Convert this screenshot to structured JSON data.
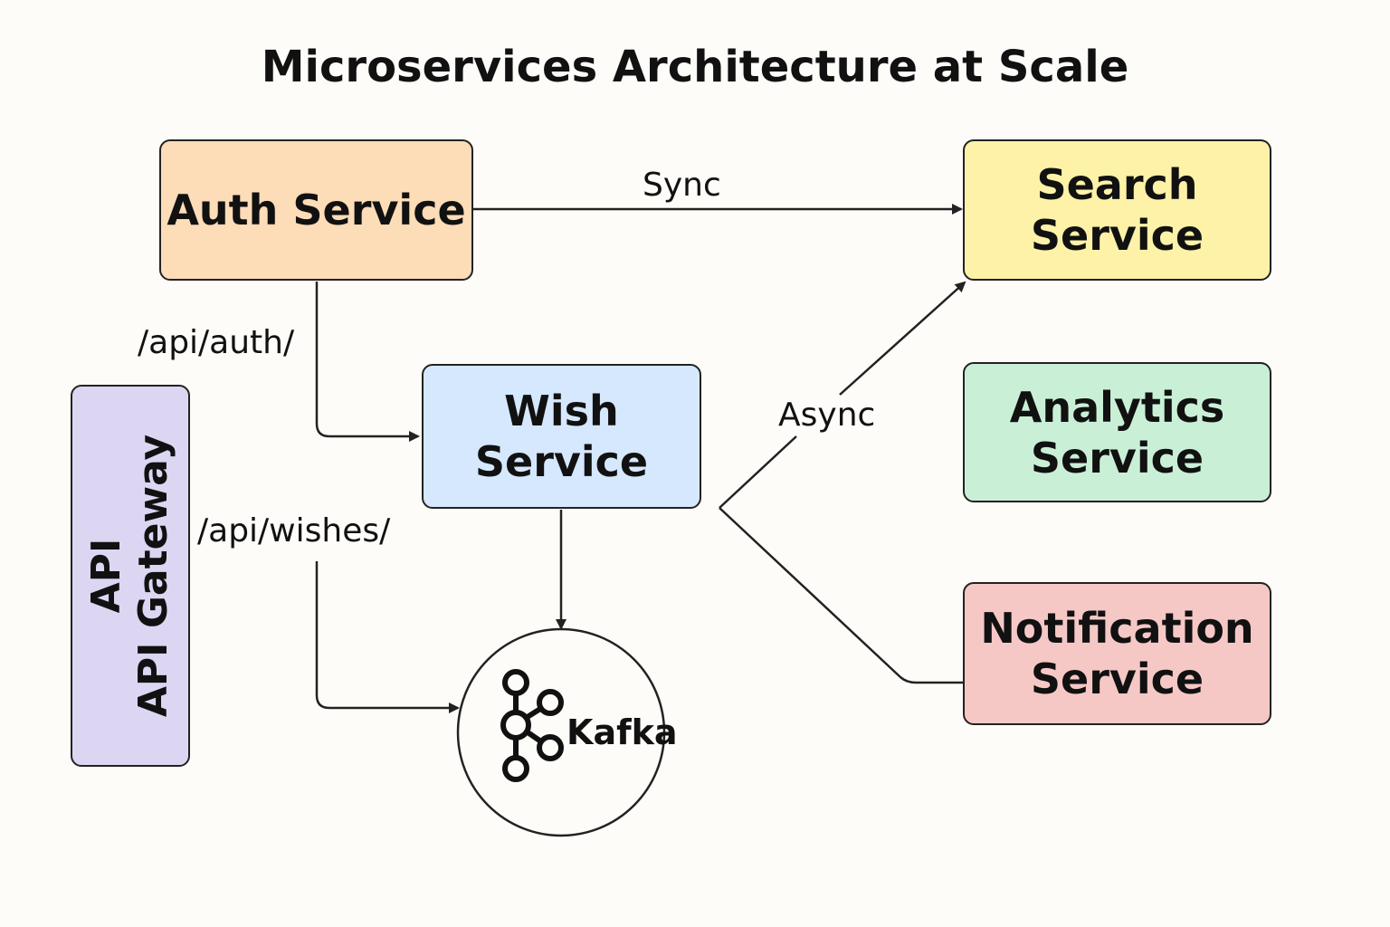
{
  "title": "Microservices Architecture at Scale",
  "nodes": {
    "auth": {
      "label": "Auth Service",
      "color": "#fddcb8"
    },
    "search": {
      "label": "Search\nService",
      "color": "#fdf2a7"
    },
    "wish": {
      "label": "Wish\nService",
      "color": "#d5e8fd"
    },
    "analytics": {
      "label": "Analytics\nService",
      "color": "#c9f0d7"
    },
    "notification": {
      "label": "Notification\nService",
      "color": "#f5c8c6"
    },
    "gateway": {
      "line1": "API",
      "line2": "API Gateway",
      "color": "#dcd6f2"
    },
    "kafka": {
      "label": "Kafka",
      "icon": "kafka-icon"
    }
  },
  "edges": {
    "sync": "Sync",
    "async": "Async",
    "auth_route": "/api/auth/",
    "wishes_route": "/api/wishes/"
  }
}
